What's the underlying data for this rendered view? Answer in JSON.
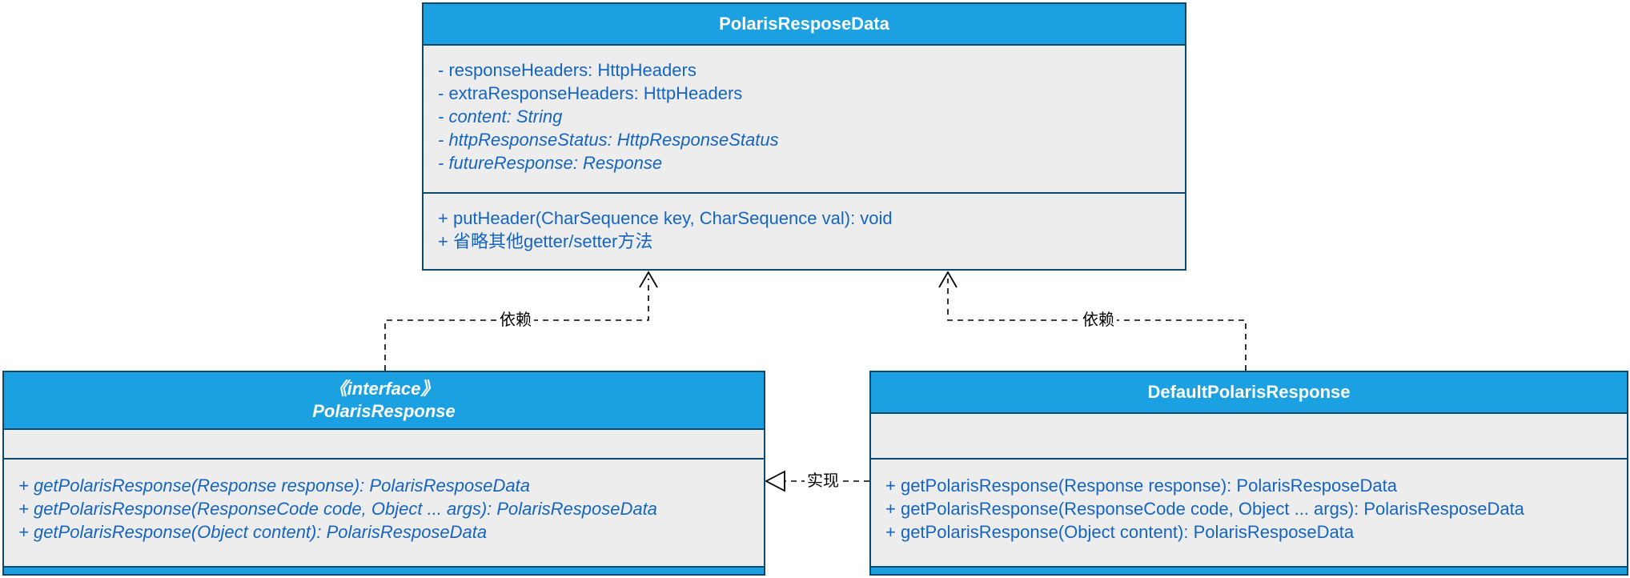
{
  "colors": {
    "header_fill": "#1ba1e2",
    "body_fill": "#ededed",
    "border": "#0b4a6f",
    "member_text": "#1565c0",
    "edge_line": "#000000"
  },
  "top_class": {
    "title": "PolarisResposeData",
    "fields": [
      "- responseHeaders: HttpHeaders",
      "- extraResponseHeaders: HttpHeaders",
      "- content: String",
      "- httpResponseStatus: HttpResponseStatus",
      "- futureResponse: Response"
    ],
    "methods": [
      "+ putHeader(CharSequence key, CharSequence val): void",
      "+ 省略其他getter/setter方法"
    ]
  },
  "interface_class": {
    "stereotype": "《interface》",
    "title": "PolarisResponse",
    "methods": [
      "+ getPolarisResponse(Response response): PolarisResposeData",
      "+ getPolarisResponse(ResponseCode code, Object ... args): PolarisResposeData",
      "+ getPolarisResponse(Object content): PolarisResposeData"
    ]
  },
  "impl_class": {
    "title": "DefaultPolarisResponse",
    "methods": [
      "+ getPolarisResponse(Response response): PolarisResposeData",
      "+ getPolarisResponse(ResponseCode code, Object ... args): PolarisResposeData",
      "+ getPolarisResponse(Object content): PolarisResposeData"
    ]
  },
  "edges": {
    "dependency_left_label": "依赖",
    "dependency_right_label": "依赖",
    "realization_label": "实现"
  }
}
